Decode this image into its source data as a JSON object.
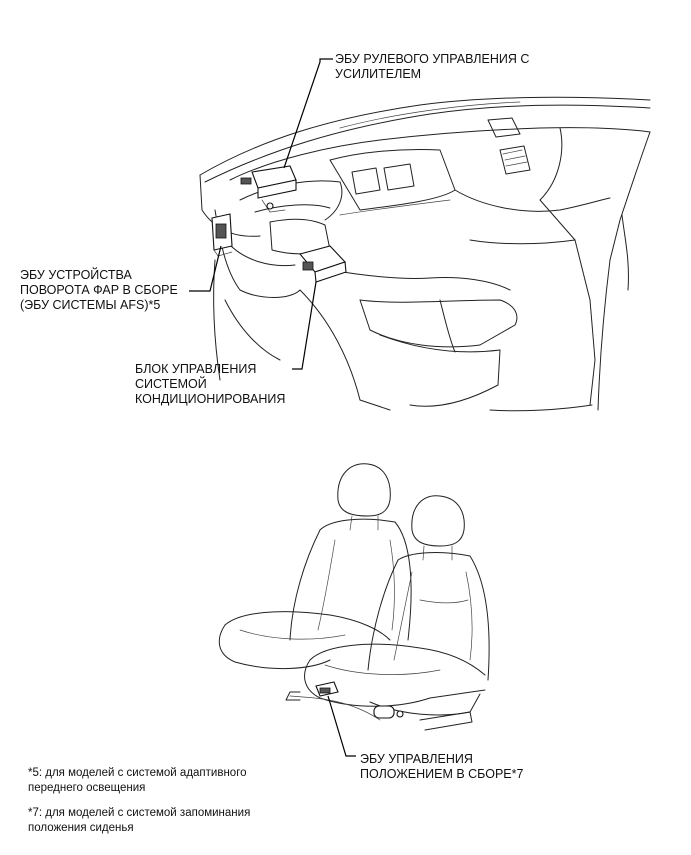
{
  "labels": {
    "steering_ecu": [
      "ЭБУ РУЛЕВОГО УПРАВЛЕНИЯ С",
      "УСИЛИТЕЛЕМ"
    ],
    "headlamp_ecu": [
      "ЭБУ УСТРОЙСТВА",
      "ПОВОРОТА ФАР В СБОРЕ",
      "(ЭБУ СИСТЕМЫ AFS)*5"
    ],
    "ac_unit": [
      "БЛОК УПРАВЛЕНИЯ",
      "СИСТЕМОЙ",
      "КОНДИЦИОНИРОВАНИЯ"
    ],
    "seat_ecu": [
      "ЭБУ УПРАВЛЕНИЯ",
      "ПОЛОЖЕНИЕМ В СБОРЕ*7"
    ]
  },
  "notes": {
    "note5": [
      "*5: для моделей с системой адаптивного",
      "переднего освещения"
    ],
    "note7": [
      "*7: для моделей с системой запоминания",
      "положения сиденья"
    ]
  }
}
